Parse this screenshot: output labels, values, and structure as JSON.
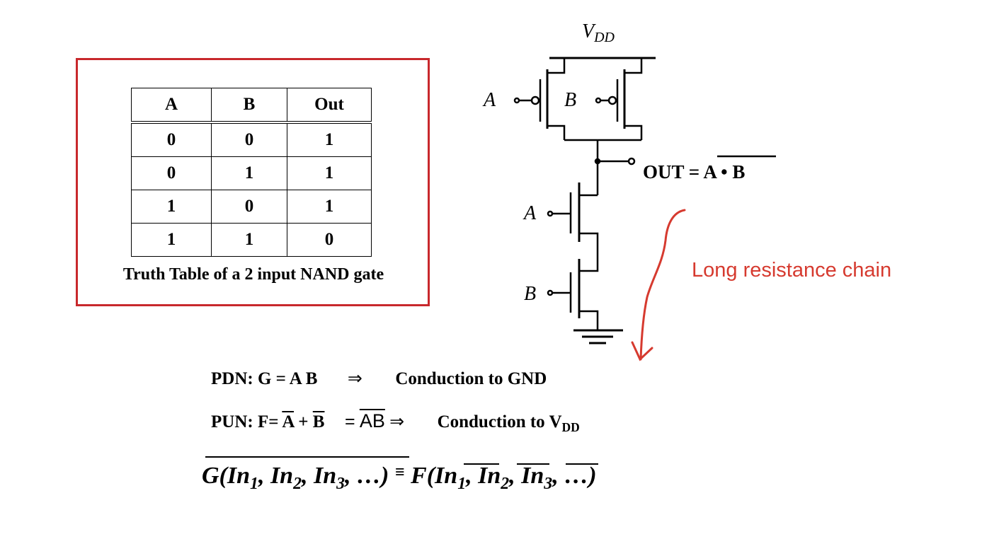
{
  "truth_table": {
    "headers": [
      "A",
      "B",
      "Out"
    ],
    "rows": [
      [
        "0",
        "0",
        "1"
      ],
      [
        "0",
        "1",
        "1"
      ],
      [
        "1",
        "0",
        "1"
      ],
      [
        "1",
        "1",
        "0"
      ]
    ],
    "caption": "Truth Table of a 2 input NAND gate"
  },
  "circuit": {
    "vdd_label": "V",
    "vdd_sub": "DD",
    "pmos_a_label": "A",
    "pmos_b_label": "B",
    "nmos_a_label": "A",
    "nmos_b_label": "B",
    "out_prefix": "OUT = ",
    "out_expr": "A • B"
  },
  "annotation": {
    "text": "Long resistance chain",
    "color": "#d63a2f"
  },
  "equations": {
    "pdn_prefix": "PDN: G = A B",
    "pdn_arrow": "⇒",
    "pdn_result": "Conduction to GND",
    "pun_prefix": "PUN: F= ",
    "pun_a": "A",
    "pun_plus": " + ",
    "pun_b": "B",
    "pun_eq": "=",
    "pun_ab": "AB",
    "pun_arrow": "⇒",
    "pun_result": "Conduction to V",
    "pun_result_sub": "DD",
    "dual_left": "G(In",
    "dual_right": "F(",
    "dual_equiv": "≡"
  },
  "colors": {
    "frame": "#c8282c",
    "annotation": "#d63a2f"
  }
}
